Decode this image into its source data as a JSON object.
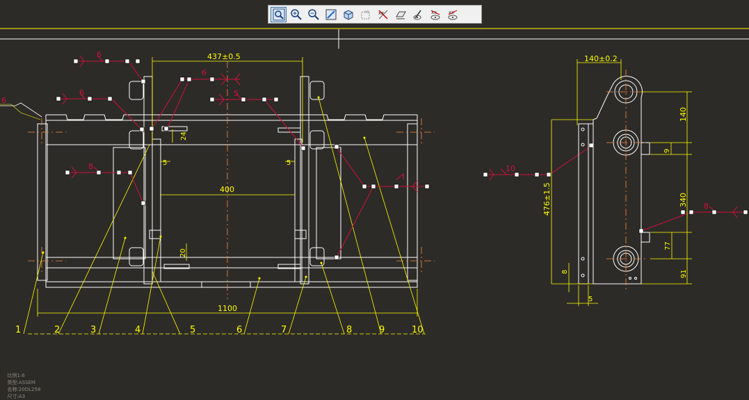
{
  "toolbar": {
    "buttons": [
      {
        "name": "zoom-fit-icon",
        "tooltip": ""
      },
      {
        "name": "zoom-in-icon",
        "tooltip": ""
      },
      {
        "name": "zoom-out-icon",
        "tooltip": ""
      },
      {
        "name": "sketch-icon",
        "tooltip": ""
      },
      {
        "name": "view-cube-icon",
        "tooltip": ""
      },
      {
        "name": "annotation-view-icon",
        "tooltip": ""
      },
      {
        "name": "hide-dimensions-icon",
        "tooltip": ""
      },
      {
        "name": "hide-planes-icon",
        "tooltip": ""
      },
      {
        "name": "show-hide-icon",
        "tooltip": ""
      },
      {
        "name": "hide-all-types-icon",
        "tooltip": ""
      },
      {
        "name": "hide-annotations-icon",
        "tooltip": ""
      }
    ]
  },
  "colors": {
    "background": "#2d2b28",
    "outline": "#ffffff",
    "dimension": "#ffff00",
    "weld": "#d0103a",
    "centerline": "#ff8a3d",
    "toolbar_bg": "#f0f0f0"
  },
  "dimensions": {
    "top_width": "437±0.5",
    "left_gap": "5",
    "right_gap": "5",
    "inner_width": "400",
    "bracket_24": "24",
    "bracket_20": "20",
    "overall_width": "1100",
    "side_width": "140±0.2",
    "side_140": "140",
    "side_9": "9",
    "side_height": "476±1.5",
    "side_340": "340",
    "side_77": "77",
    "side_91": "91",
    "side_8": "8",
    "side_5": "5"
  },
  "welds": {
    "w1": "6",
    "w2": "6",
    "w3": "6",
    "w4": "5",
    "w5": "8",
    "w6": "6",
    "w7": "10",
    "w8": "8"
  },
  "balloons": [
    "1",
    "2",
    "3",
    "4",
    "5",
    "6",
    "7",
    "8",
    "9",
    "10"
  ],
  "status_bar": {
    "scale": "比例1:6",
    "type": "类型:ASSEM",
    "name": "名称:20DL258",
    "size": "尺寸:A3"
  }
}
